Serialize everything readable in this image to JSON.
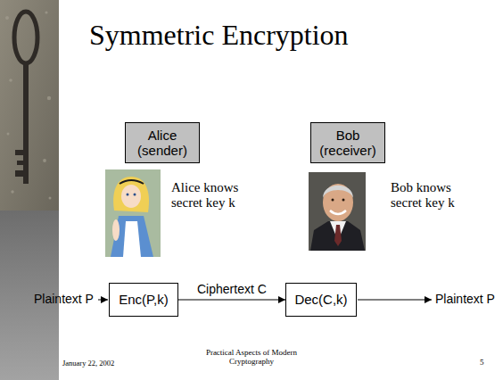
{
  "diagram": {
    "title": "Symmetric Encryption",
    "nodes": [
      {
        "text": [
          "Alice (sender)"
        ]
      },
      {
        "text": [
          "Bob (receiver)"
        ]
      },
      {
        "text": [
          "Enc(P,k)"
        ]
      },
      {
        "text": [
          "Dec(C,k)"
        ]
      }
    ],
    "edges": [
      {
        "from": 2,
        "to": 3,
        "arrow": "to",
        "label": "Ciphertext C"
      }
    ],
    "labels": [
      "Alice knows secret key k",
      "Bob knows secret key k",
      "Plaintext P",
      "Plaintext P",
      "January 22, 2002",
      "Practical Aspects of Modern Cryptography",
      "5"
    ]
  }
}
